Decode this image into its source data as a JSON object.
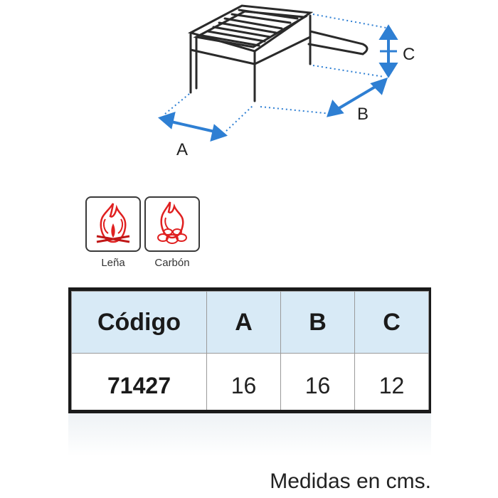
{
  "dimension_labels": {
    "a": "A",
    "b": "B",
    "c": "C"
  },
  "fuel_icons": [
    {
      "label": "Leña",
      "icon": "firewood-flame-icon"
    },
    {
      "label": "Carbón",
      "icon": "charcoal-flame-icon"
    }
  ],
  "table": {
    "headers": [
      "Código",
      "A",
      "B",
      "C"
    ],
    "rows": [
      [
        "71427",
        "16",
        "16",
        "12"
      ]
    ]
  },
  "footnote": "Medidas en cms.",
  "colors": {
    "arrow": "#2e7fd3",
    "flame": "#e02020",
    "header_bg": "#d8eaf6"
  }
}
